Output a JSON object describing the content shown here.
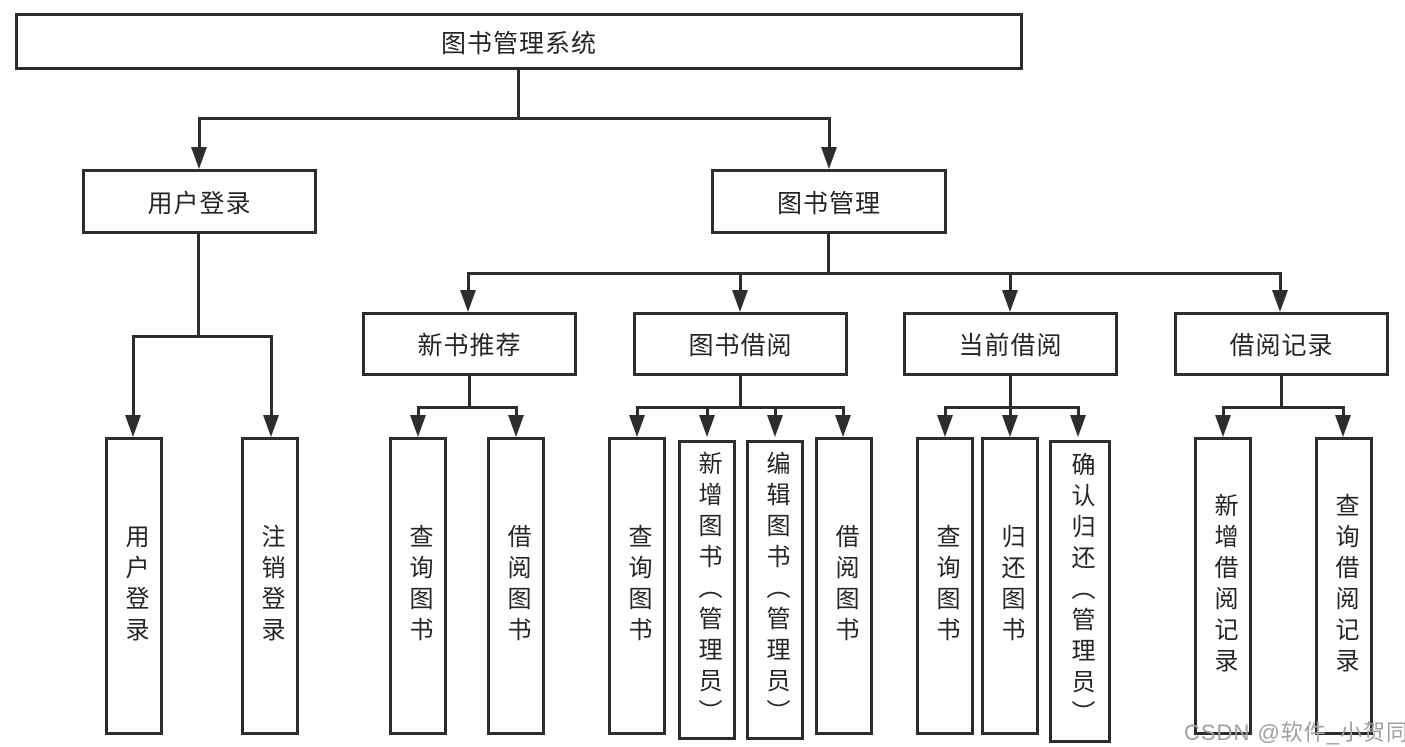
{
  "colors": {
    "line": "#2d2d2d",
    "box_border": "#2d2d2d",
    "text": "#262626",
    "watermark": "#a0a0a0",
    "background": "#ffffff"
  },
  "tree": {
    "root": "图书管理系统",
    "branches": [
      {
        "label": "用户登录",
        "leaves": [
          "用户登录",
          "注销登录"
        ]
      },
      {
        "label": "图书管理",
        "groups": [
          {
            "label": "新书推荐",
            "leaves": [
              "查询图书",
              "借阅图书"
            ]
          },
          {
            "label": "图书借阅",
            "leaves": [
              "查询图书",
              "新增图书（管理员）",
              "编辑图书（管理员）",
              "借阅图书"
            ]
          },
          {
            "label": "当前借阅",
            "leaves": [
              "查询图书",
              "归还图书",
              "确认归还（管理员）"
            ]
          },
          {
            "label": "借阅记录",
            "leaves": [
              "新增借阅记录",
              "查询借阅记录"
            ]
          }
        ]
      }
    ]
  },
  "watermark": {
    "text": "CSDN @软件_小贺同学"
  }
}
